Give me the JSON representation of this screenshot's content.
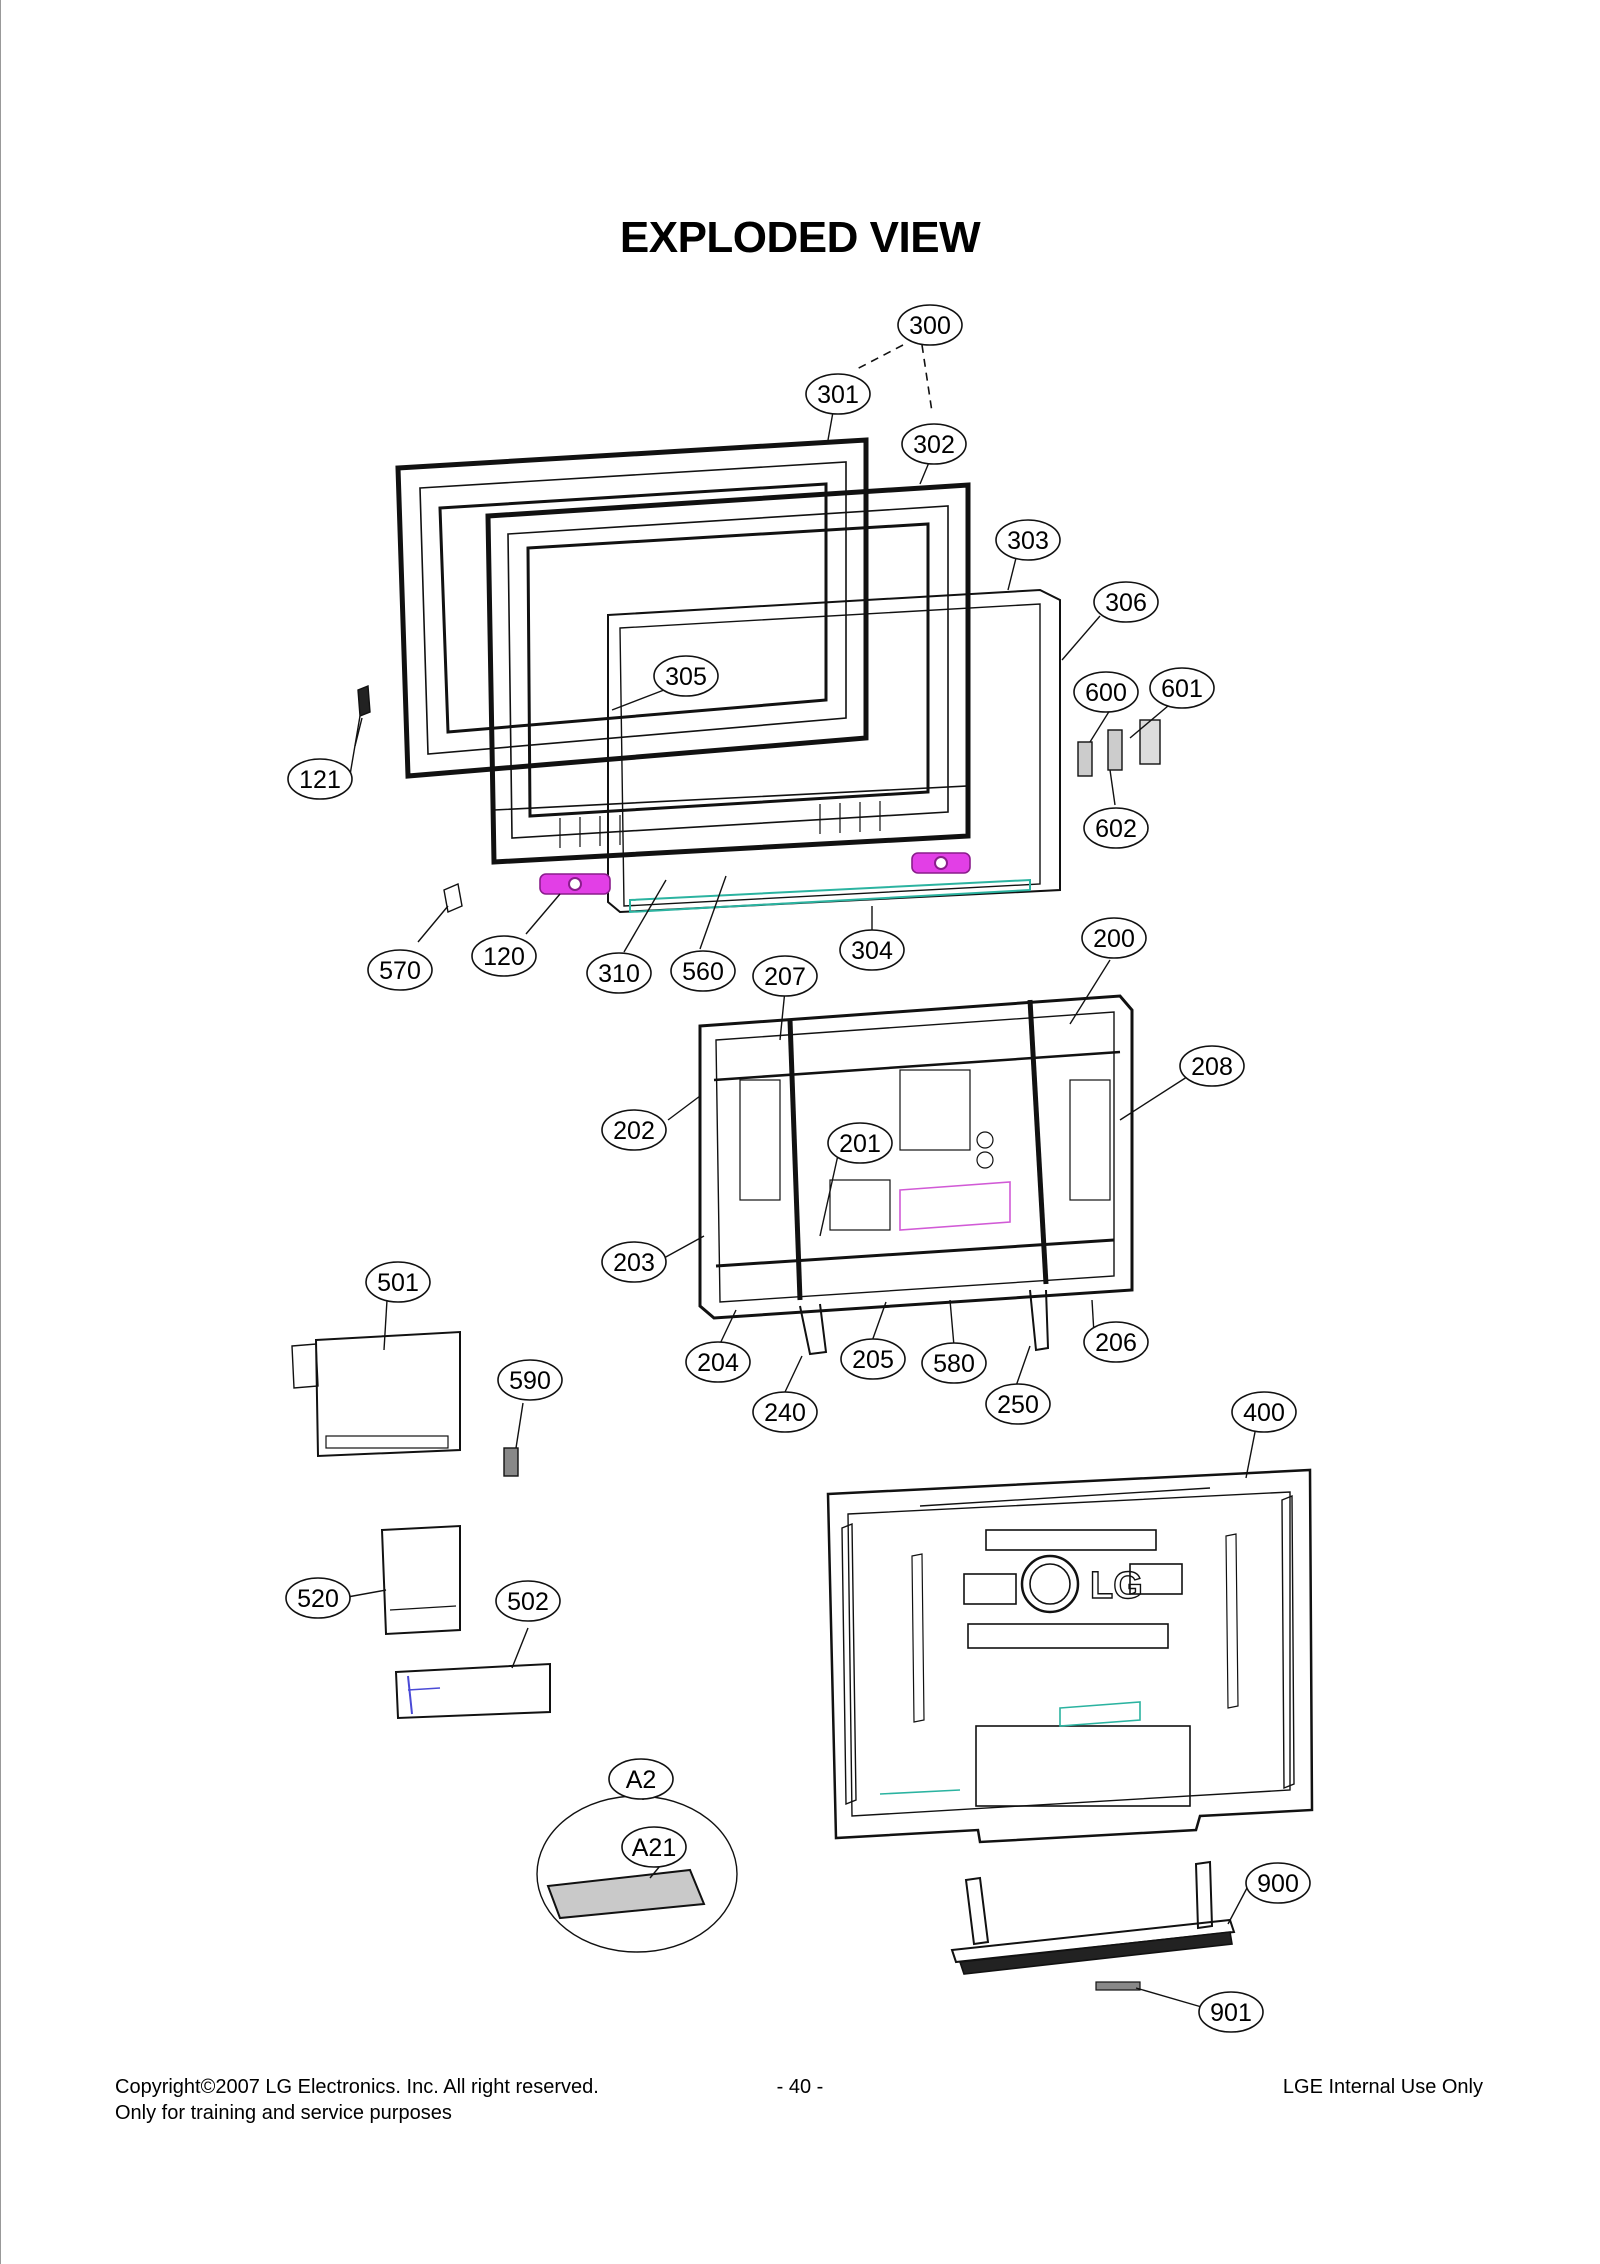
{
  "page": {
    "title": "EXPLODED VIEW",
    "footer": {
      "copyright": "Copyright©2007 LG Electronics. Inc. All right reserved.",
      "purpose": "Only for training and service purposes",
      "page_number": "- 40 -",
      "internal": "LGE Internal Use Only"
    }
  },
  "diagram": {
    "brand_logo_text": "LG",
    "callouts": [
      "300",
      "301",
      "302",
      "303",
      "306",
      "305",
      "600",
      "601",
      "121",
      "602",
      "570",
      "120",
      "310",
      "560",
      "304",
      "200",
      "207",
      "208",
      "202",
      "201",
      "203",
      "501",
      "204",
      "205",
      "580",
      "206",
      "590",
      "240",
      "250",
      "400",
      "520",
      "502",
      "A2",
      "A21",
      "900",
      "901"
    ],
    "highlight_colors": {
      "speaker": "#e23fe6",
      "cable": "#d15ad6",
      "connector": "#2bb3a0"
    }
  }
}
